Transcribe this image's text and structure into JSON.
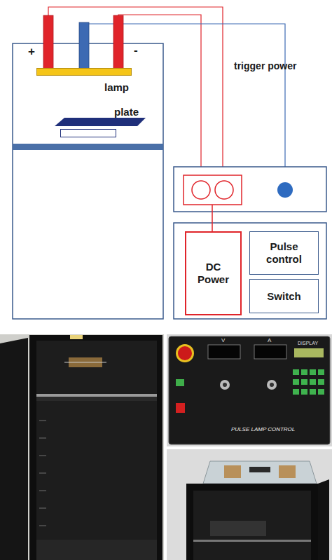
{
  "diagram": {
    "nodes": [
      {
        "text": [
          "lamp"
        ]
      },
      {
        "text": [
          "plate"
        ]
      },
      {
        "text": [
          "DC Power"
        ]
      },
      {
        "text": [
          "Pulse control"
        ]
      },
      {
        "text": [
          "Switch"
        ]
      }
    ],
    "labels": [
      "+",
      "-",
      "trigger power",
      "V",
      "A",
      "DISPLAY",
      "PULSE LAMP CONTROL"
    ]
  }
}
